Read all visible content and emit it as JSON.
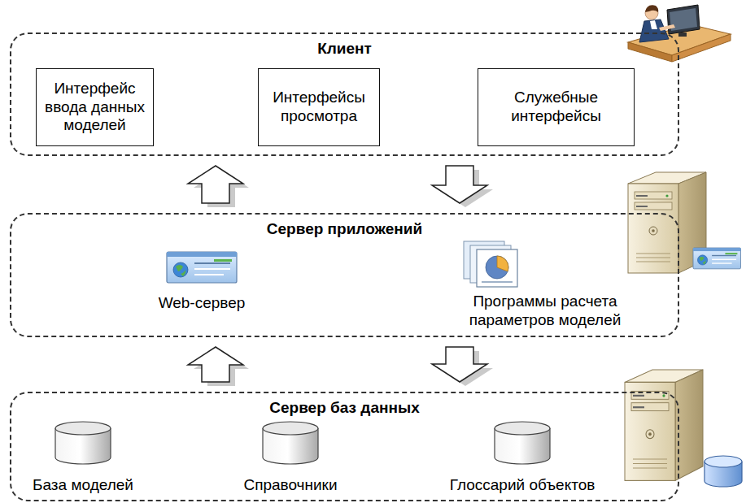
{
  "diagram": {
    "nodes": [
      {
        "text": [
          "Клиент"
        ]
      },
      {
        "text": [
          "Интерфейс ввода данных моделей"
        ],
        "in": 0
      },
      {
        "text": [
          "Интерфейсы просмотра"
        ],
        "in": 0
      },
      {
        "text": [
          "Служебные интерфейсы"
        ],
        "in": 0
      },
      {
        "text": [
          "Сервер приложений"
        ]
      },
      {
        "text": [
          "Сервер баз данных"
        ]
      },
      {
        "text": [
          "База моделей"
        ],
        "in": 5
      },
      {
        "text": [
          "Справочники"
        ],
        "in": 5
      },
      {
        "text": [
          "Глоссарий объектов"
        ],
        "in": 5
      }
    ],
    "edges": [
      {
        "from": 4,
        "to": 0,
        "arrow": "to"
      },
      {
        "from": 0,
        "to": 4,
        "arrow": "to"
      },
      {
        "from": 5,
        "to": 4,
        "arrow": "to"
      },
      {
        "from": 4,
        "to": 5,
        "arrow": "to"
      }
    ],
    "labels": [
      "Web-сервер",
      "Программы расчета параметров моделей"
    ]
  }
}
